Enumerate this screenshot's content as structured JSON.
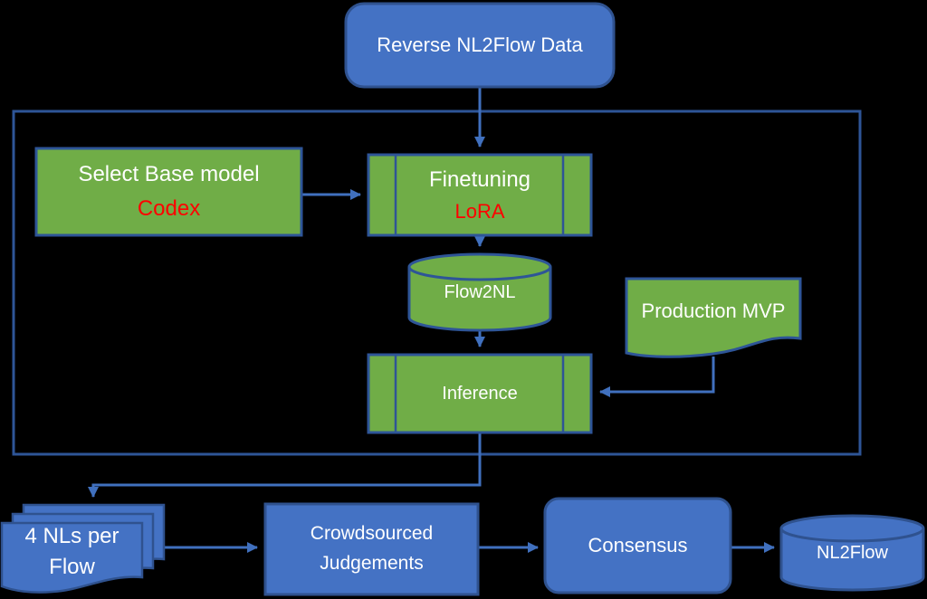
{
  "diagram": {
    "nodes": {
      "reverse_data": {
        "label": "Reverse NL2Flow Data",
        "shape": "rounded-rectangle",
        "fill": "#4472C4"
      },
      "select_base": {
        "label": "Select Base model",
        "sublabel": "Codex",
        "shape": "rectangle",
        "fill": "#70AD47"
      },
      "finetuning": {
        "label": "Finetuning",
        "sublabel": "LoRA",
        "shape": "predefined-process",
        "fill": "#70AD47"
      },
      "flow2nl": {
        "label": "Flow2NL",
        "shape": "cylinder",
        "fill": "#70AD47"
      },
      "production_mvp": {
        "label": "Production MVP",
        "shape": "document",
        "fill": "#70AD47"
      },
      "inference": {
        "label": "Inference",
        "shape": "predefined-process",
        "fill": "#70AD47"
      },
      "nls_per_flow": {
        "label_line1": "4 NLs per",
        "label_line2": "Flow",
        "shape": "multi-document",
        "fill": "#4472C4"
      },
      "crowdsourced": {
        "label_line1": "Crowdsourced",
        "label_line2": "Judgements",
        "shape": "rectangle",
        "fill": "#4472C4"
      },
      "consensus": {
        "label": "Consensus",
        "shape": "rounded-rectangle",
        "fill": "#4472C4"
      },
      "nl2flow": {
        "label": "NL2Flow",
        "shape": "cylinder",
        "fill": "#4472C4"
      }
    },
    "edges": [
      {
        "from": "reverse_data",
        "to": "finetuning"
      },
      {
        "from": "select_base",
        "to": "finetuning"
      },
      {
        "from": "finetuning",
        "to": "flow2nl"
      },
      {
        "from": "flow2nl",
        "to": "inference"
      },
      {
        "from": "production_mvp",
        "to": "inference"
      },
      {
        "from": "inference",
        "to": "nls_per_flow"
      },
      {
        "from": "nls_per_flow",
        "to": "crowdsourced"
      },
      {
        "from": "crowdsourced",
        "to": "consensus"
      },
      {
        "from": "consensus",
        "to": "nl2flow"
      }
    ],
    "colors": {
      "background": "#000000",
      "blue_fill": "#4472C4",
      "blue_border": "#2F528F",
      "green_fill": "#70AD47",
      "green_border": "#2E5597",
      "container_border": "#2E5597",
      "connector": "#4070BE",
      "text": "#FFFFFF",
      "accent_red": "#FF0000"
    }
  }
}
